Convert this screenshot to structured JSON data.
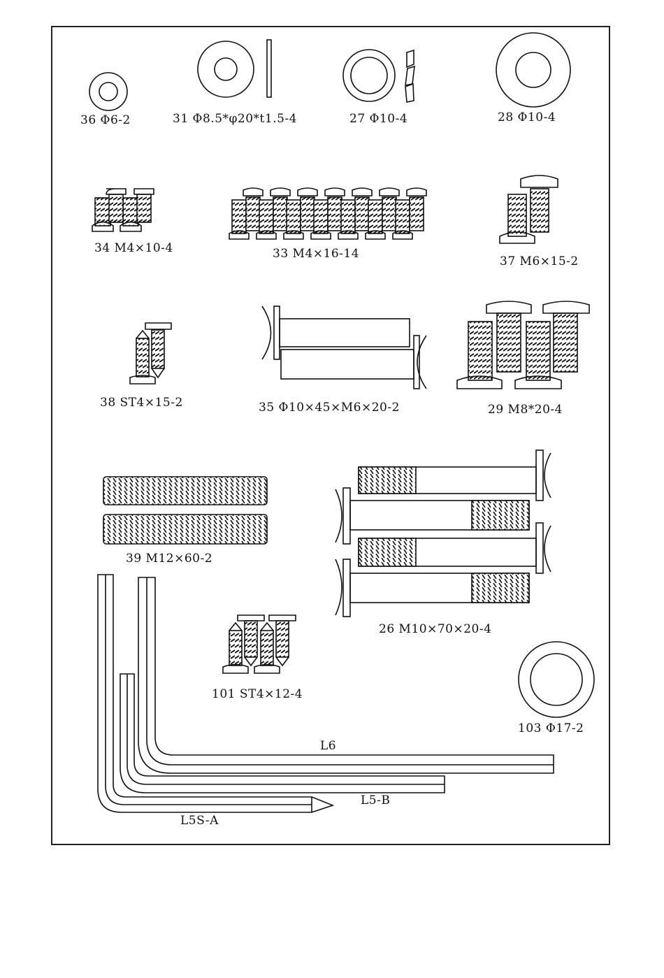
{
  "labels": {
    "p36": "36 Φ6-2",
    "p31": "31 Φ8.5*φ20*t1.5-4",
    "p27": "27 Φ10-4",
    "p28": "28 Φ10-4",
    "p34": "34 M4×10-4",
    "p33": "33 M4×16-14",
    "p37": "37 M6×15-2",
    "p38": "38 ST4×15-2",
    "p35": "35  Φ10×45×M6×20-2",
    "p29": "29  M8*20-4",
    "p39": "39  M12×60-2",
    "p26": "26  M10×70×20-4",
    "p101": "101 ST4×12-4",
    "p103": "103 Φ17-2",
    "L6": "L6",
    "L5B": "L5-B",
    "L5SA": "L5S-A"
  }
}
